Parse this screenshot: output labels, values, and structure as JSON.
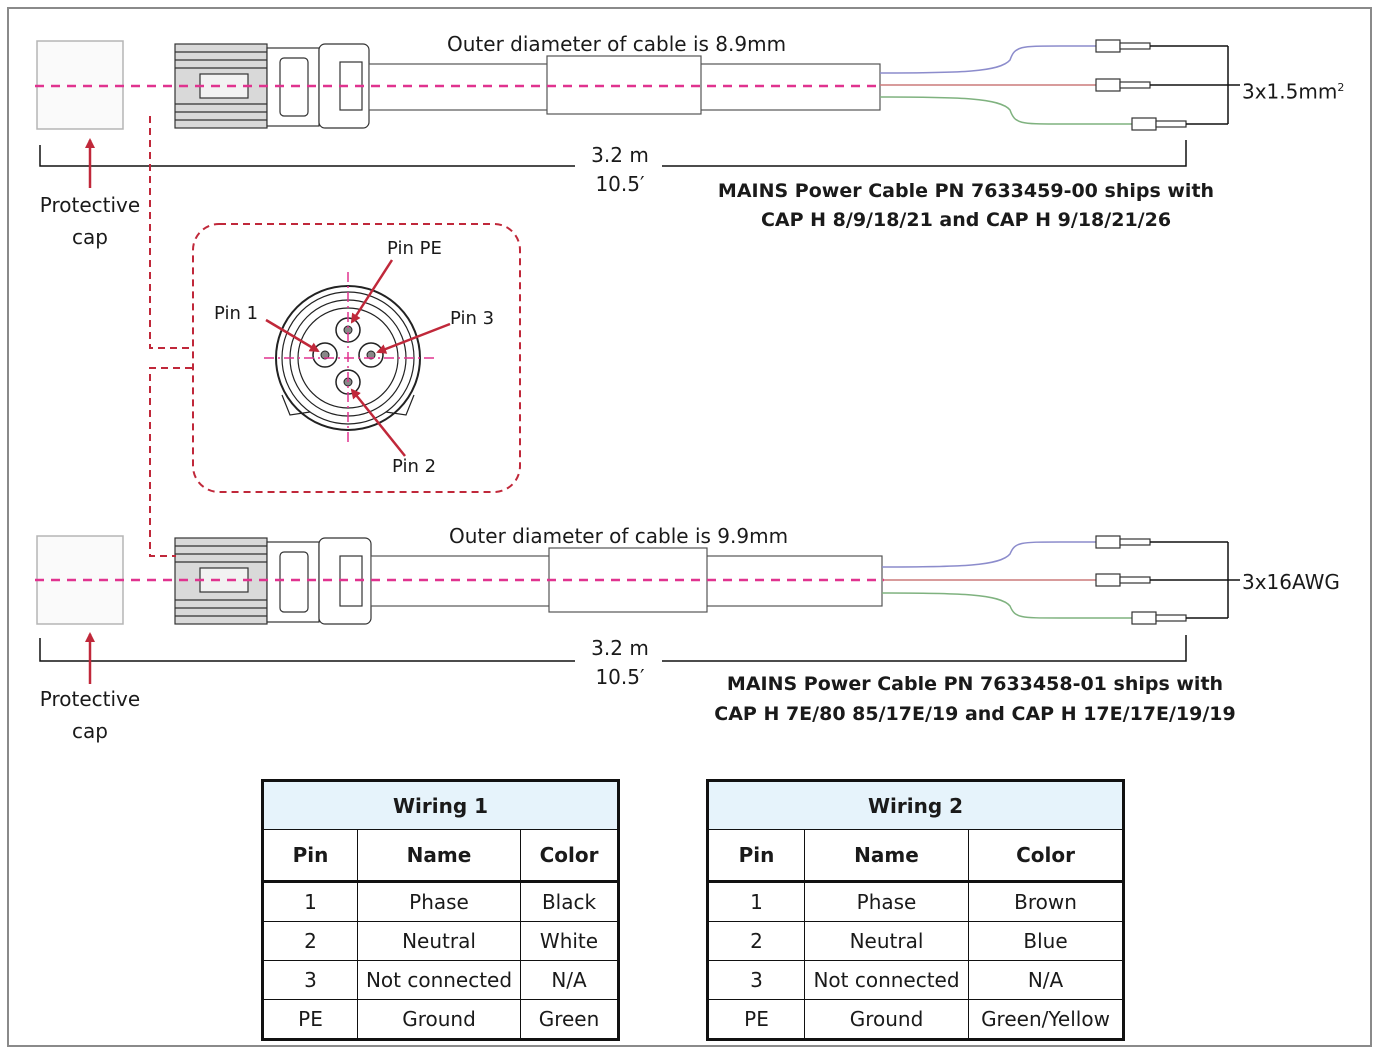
{
  "top_cable": {
    "diameter_label": "Outer diameter of cable is 8.9mm",
    "length_m": "3.2 m",
    "length_ft": "10.5′",
    "wire_gauge": "3x1.5mm",
    "wire_gauge_sup": "2",
    "caption_line1": "MAINS Power Cable PN 7633459-00 ships with",
    "caption_line2": "CAP H 8/9/18/21 and CAP H 9/18/21/26",
    "cap_label_line1": "Protective",
    "cap_label_line2": "cap"
  },
  "bottom_cable": {
    "diameter_label": "Outer diameter of cable is 9.9mm",
    "length_m": "3.2 m",
    "length_ft": "10.5′",
    "wire_gauge": "3x16AWG",
    "caption_line1": "MAINS Power Cable PN 7633458-01 ships with",
    "caption_line2": "CAP H 7E/80 85/17E/19 and CAP H 17E/17E/19/19",
    "cap_label_line1": "Protective",
    "cap_label_line2": "cap"
  },
  "pins": {
    "pe": "Pin PE",
    "p1": "Pin 1",
    "p2": "Pin 2",
    "p3": "Pin 3"
  },
  "colors": {
    "accent_red": "#c0283a",
    "centerline_magenta": "#e0338f",
    "table_header_bg": "#e6f3fb"
  },
  "wiring1": {
    "title": "Wiring 1",
    "headers": [
      "Pin",
      "Name",
      "Color"
    ],
    "rows": [
      [
        "1",
        "Phase",
        "Black"
      ],
      [
        "2",
        "Neutral",
        "White"
      ],
      [
        "3",
        "Not connected",
        "N/A"
      ],
      [
        "PE",
        "Ground",
        "Green"
      ]
    ]
  },
  "wiring2": {
    "title": "Wiring 2",
    "headers": [
      "Pin",
      "Name",
      "Color"
    ],
    "rows": [
      [
        "1",
        "Phase",
        "Brown"
      ],
      [
        "2",
        "Neutral",
        "Blue"
      ],
      [
        "3",
        "Not connected",
        "N/A"
      ],
      [
        "PE",
        "Ground",
        "Green/Yellow"
      ]
    ]
  }
}
